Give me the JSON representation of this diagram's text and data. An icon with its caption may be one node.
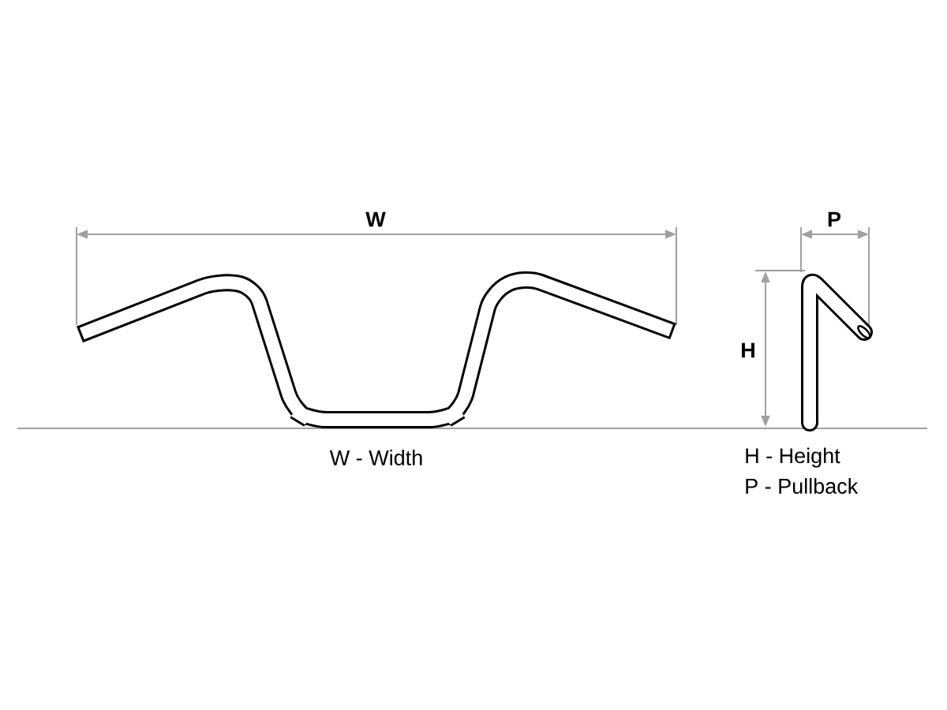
{
  "diagram": {
    "labels": [
      "W",
      "P",
      "H",
      "W - Width",
      "H - Height",
      "P - Pullback"
    ]
  }
}
